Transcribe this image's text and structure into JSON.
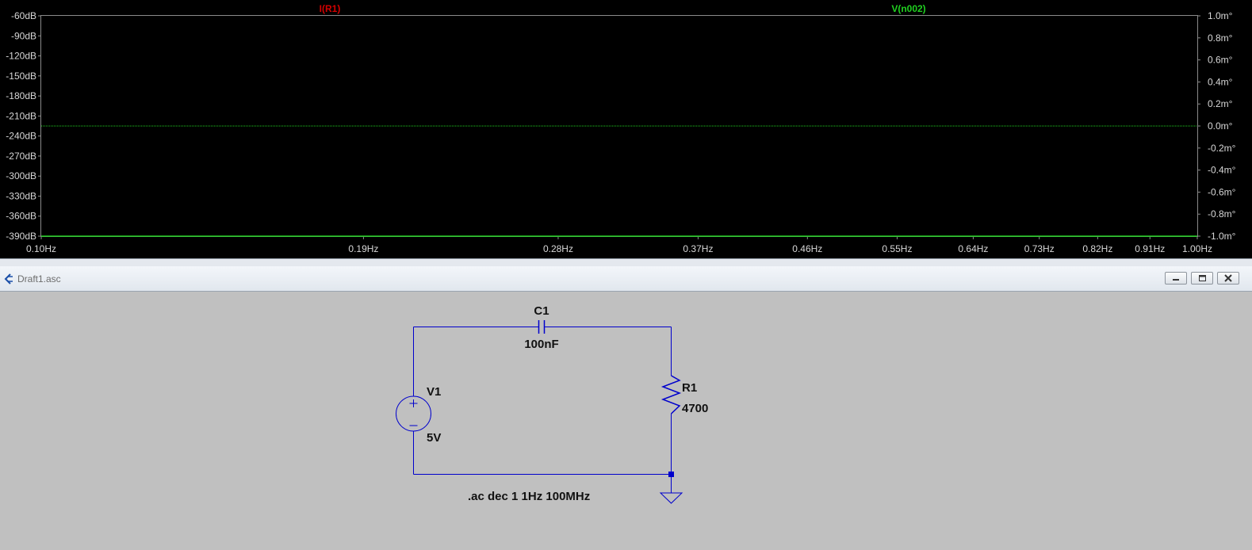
{
  "waveform": {
    "traces": [
      {
        "name": "I(R1)",
        "color": "#d40000"
      },
      {
        "name": "V(n002)",
        "color": "#20d020"
      }
    ],
    "left_axis_labels": [
      "-60dB",
      "-90dB",
      "-120dB",
      "-150dB",
      "-180dB",
      "-210dB",
      "-240dB",
      "-270dB",
      "-300dB",
      "-330dB",
      "-360dB",
      "-390dB"
    ],
    "right_axis_labels": [
      "1.0m°",
      "0.8m°",
      "0.6m°",
      "0.4m°",
      "0.2m°",
      "0.0m°",
      "-0.2m°",
      "-0.4m°",
      "-0.6m°",
      "-0.8m°",
      "-1.0m°"
    ],
    "x_axis_labels": [
      "0.10Hz",
      "0.19Hz",
      "0.28Hz",
      "0.37Hz",
      "0.46Hz",
      "0.55Hz",
      "0.64Hz",
      "0.73Hz",
      "0.82Hz",
      "0.91Hz",
      "1.00Hz"
    ],
    "x_axis_values": [
      0.1,
      0.19,
      0.28,
      0.37,
      0.46,
      0.55,
      0.64,
      0.73,
      0.82,
      0.91,
      1.0
    ],
    "x_scale": "log",
    "left_range_db": [
      -390,
      -60
    ],
    "right_range_mdeg": [
      -1.0,
      1.0
    ],
    "phase_trace_value_mdeg": 0.0,
    "magnitude_trace_value_db": -390,
    "background": "#000000"
  },
  "schematic_window": {
    "title": "Draft1.asc",
    "components": {
      "c1": {
        "ref": "C1",
        "value": "100nF"
      },
      "v1": {
        "ref": "V1",
        "value": "5V"
      },
      "r1": {
        "ref": "R1",
        "value": "4700"
      }
    },
    "directive": ".ac dec 1 1Hz 100MHz",
    "wire_color": "#0000cc",
    "background": "#c0c0c0"
  }
}
